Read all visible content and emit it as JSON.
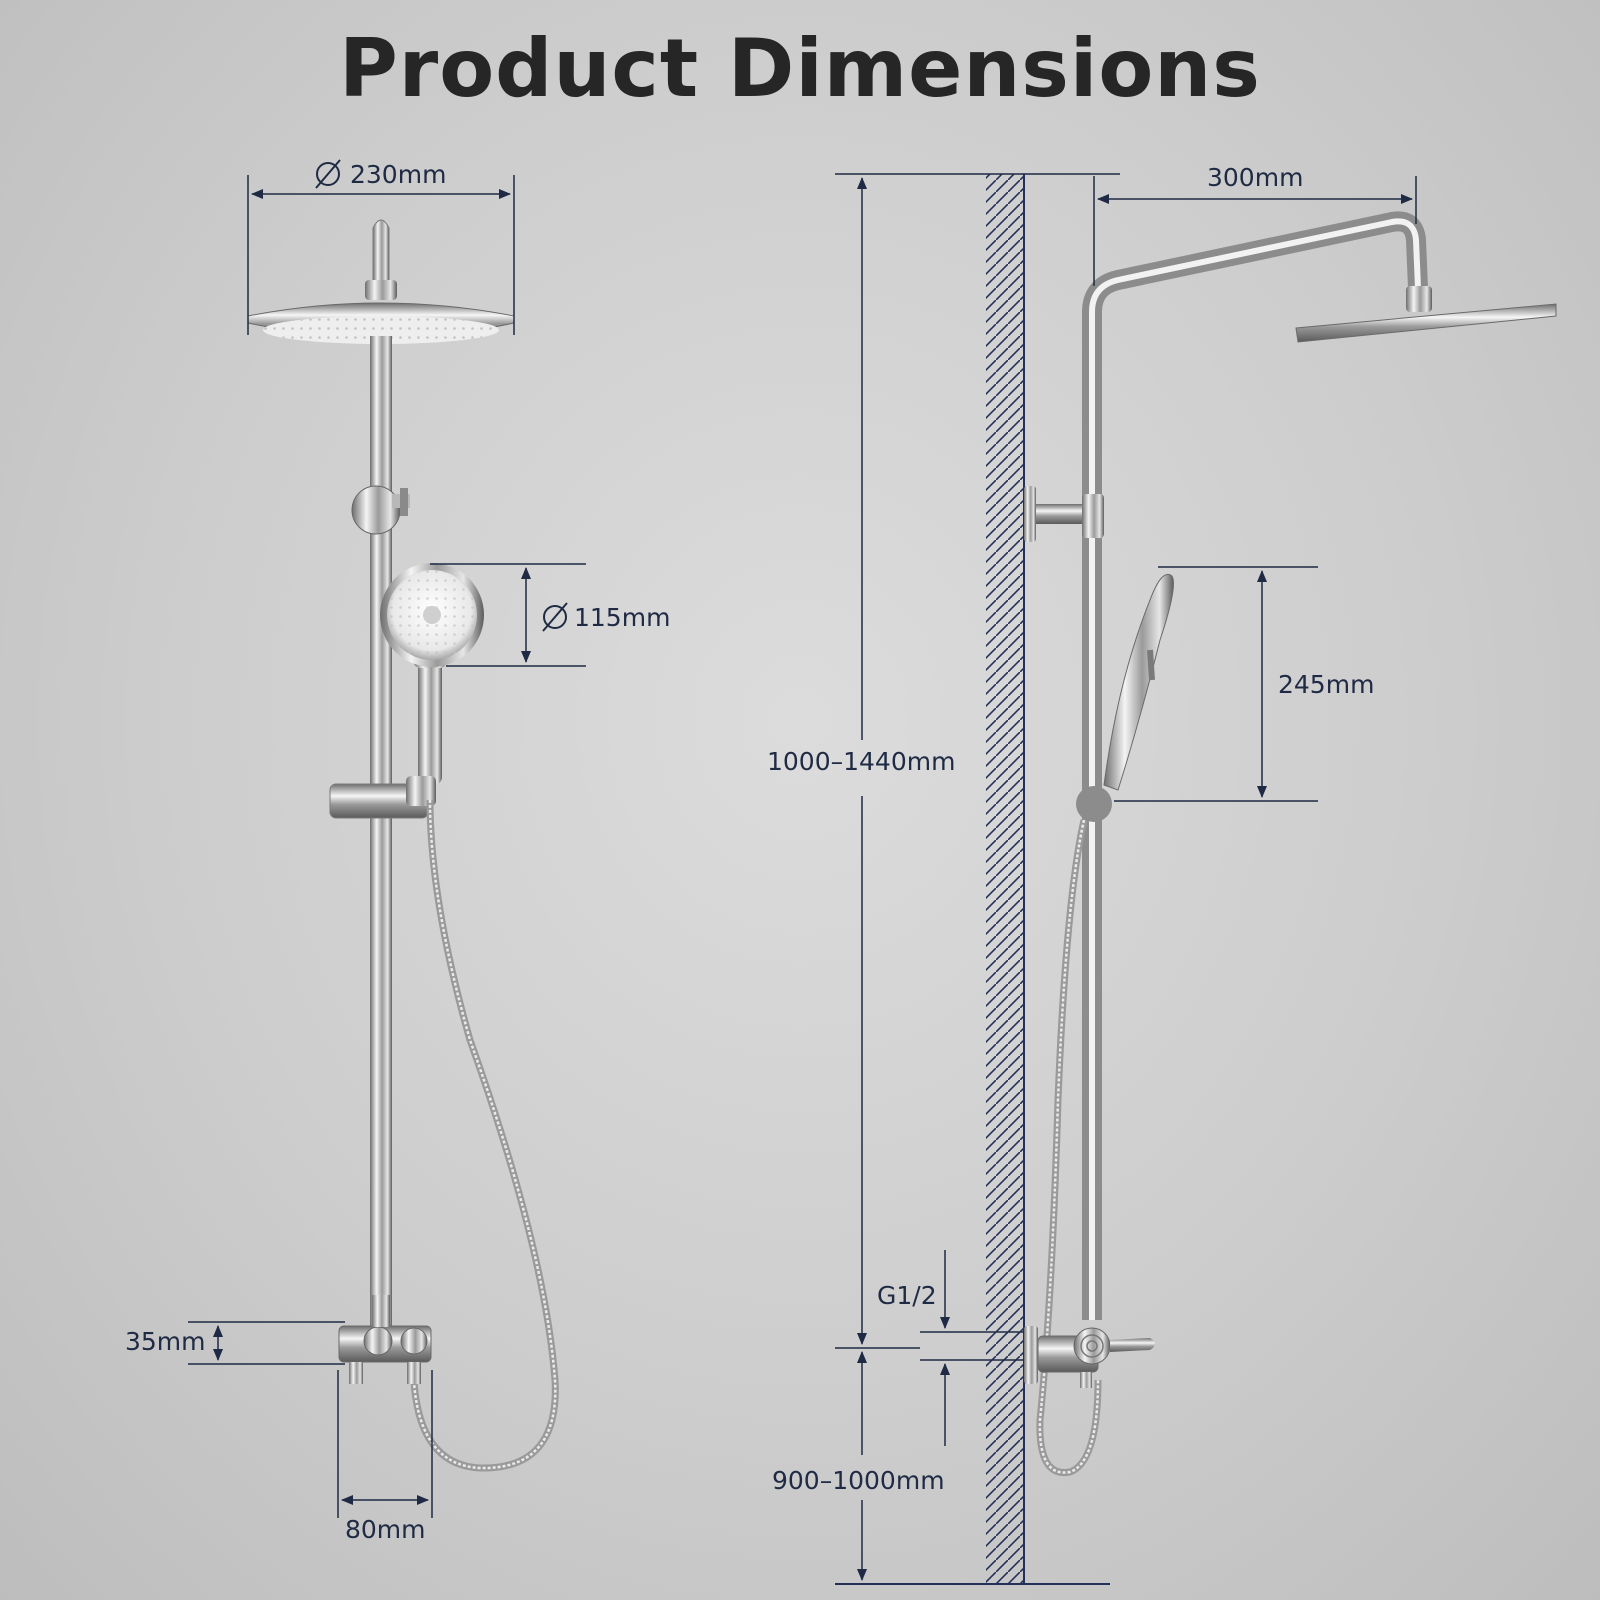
{
  "title": "Product Dimensions",
  "colors": {
    "dimension_line": "#1f2a44",
    "wall_hatch": "#22305a",
    "chrome_dark": "#6e6e6e",
    "chrome_light": "#f4f4f4",
    "background": "#cdcdcd"
  },
  "front_view": {
    "overhead_diameter": "230mm",
    "handheld_diameter": "115mm",
    "mixer_height": "35mm",
    "mixer_outlet_spacing": "80mm"
  },
  "side_view": {
    "arm_length": "300mm",
    "total_height": "1000–1440mm",
    "handheld_length": "245mm",
    "connection_thread": "G1/2",
    "mixer_height_from_floor": "900–1000mm"
  }
}
